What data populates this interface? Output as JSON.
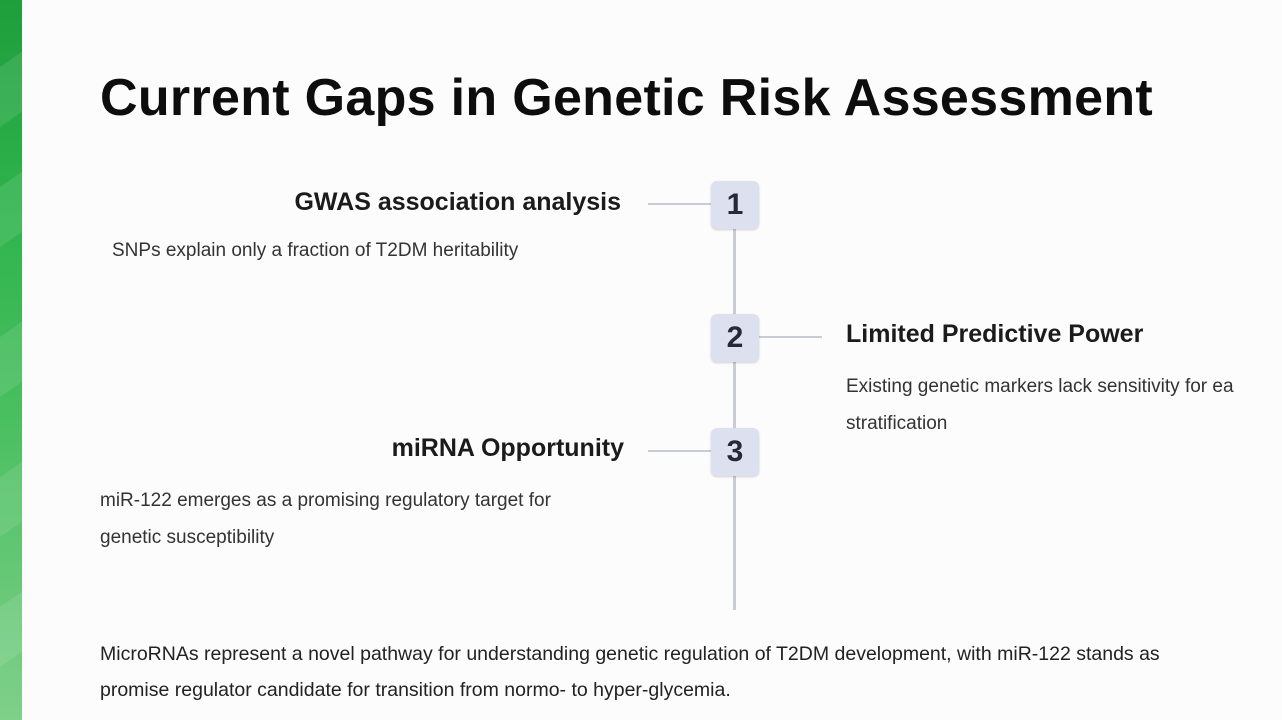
{
  "slide": {
    "title": "Current Gaps in Genetic Risk Assessment",
    "timeline": [
      {
        "number": "1",
        "title": "GWAS association analysis",
        "description": "SNPs explain only a fraction of T2DM heritability"
      },
      {
        "number": "2",
        "title": "Limited Predictive Power",
        "description_line1": "Existing genetic markers lack sensitivity for ea",
        "description_line2": "stratification"
      },
      {
        "number": "3",
        "title": "miRNA Opportunity",
        "description_line1": "miR-122 emerges as a promising regulatory target for",
        "description_line2": "genetic susceptibility"
      }
    ],
    "footer_line1": "MicroRNAs represent a novel pathway for understanding genetic regulation of T2DM development, with miR-122 stands as",
    "footer_line2": "promise regulator candidate for transition from normo- to hyper-glycemia."
  },
  "colors": {
    "accent_green": "#2fb44c",
    "badge_fill": "#dde1ef",
    "timeline_line": "#c9ccd4"
  }
}
